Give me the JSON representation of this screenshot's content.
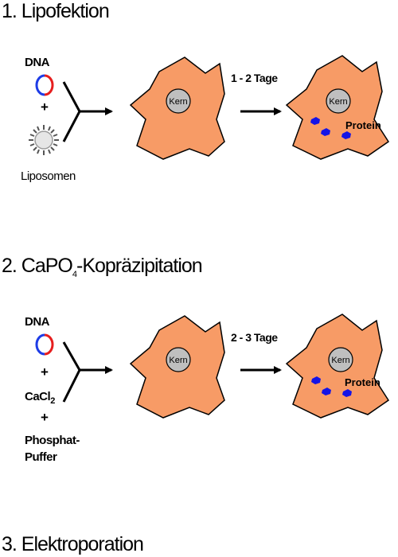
{
  "section1": {
    "title": "1. Lipofektion",
    "dna_label": "DNA",
    "plus": "+",
    "liposome_label": "Liposomen",
    "duration": "1 - 2 Tage",
    "nucleus_label": "Kern",
    "protein_label": "Protein"
  },
  "section2": {
    "title_prefix": "2. CaPO",
    "title_sub": "4",
    "title_suffix": "-Kopräzipitation",
    "dna_label": "DNA",
    "plus": "+",
    "cacl_prefix": "CaCl",
    "cacl_sub": "2",
    "phosphat_line1": "Phosphat-",
    "phosphat_line2": "Puffer",
    "duration": "2 - 3 Tage",
    "nucleus_label": "Kern",
    "protein_label": "Protein"
  },
  "section3": {
    "title": "3. Elektroporation"
  },
  "colors": {
    "cell_fill": "#f79b66",
    "nucleus_fill": "#bfbfbf",
    "protein": "#1414e6",
    "dna_red": "#e61e1e",
    "dna_blue": "#1e3ce6"
  }
}
